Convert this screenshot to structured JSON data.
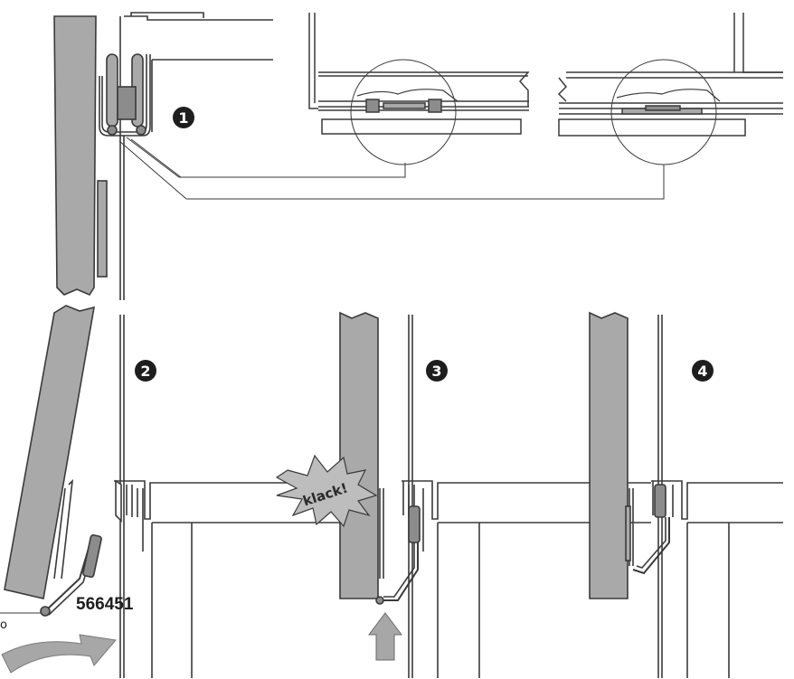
{
  "steps": {
    "s1": "1",
    "s2": "2",
    "s3": "3",
    "s4": "4"
  },
  "labels": {
    "sound": "klack!",
    "part_number": "566451",
    "edge_mark": "o"
  },
  "colors": {
    "line": "#3a3a3a",
    "panel_fill": "#a9a9a9",
    "panel_light": "#cfcfcf",
    "hinge_fill": "#8c8c8c",
    "arrow_fill": "#a7a7a7",
    "burst_fill": "#bdbdbd",
    "badge_fill": "#1e1e1e"
  }
}
